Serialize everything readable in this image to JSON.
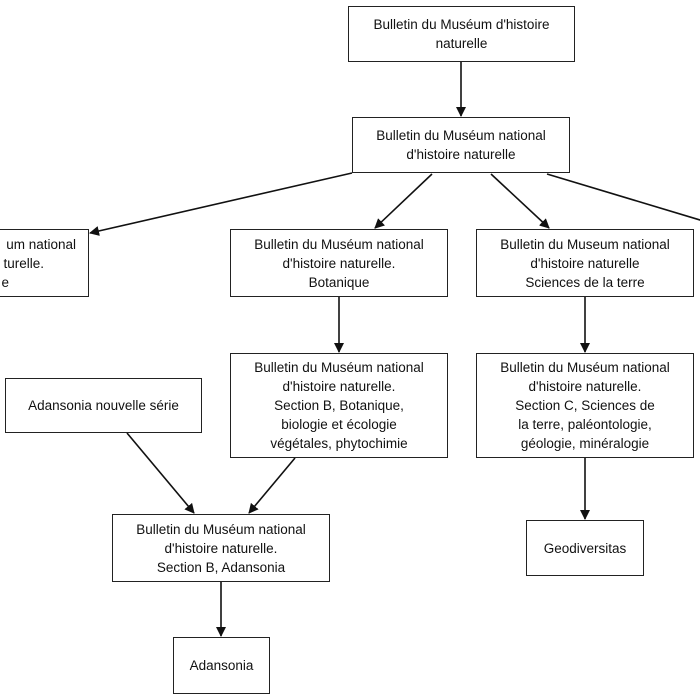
{
  "nodes": {
    "bulletin_histoire": [
      "Bulletin du Muséum d'histoire",
      "naturelle"
    ],
    "bulletin_national": [
      "Bulletin du Muséum national",
      "d'histoire naturelle"
    ],
    "left_clipped": [
      "um national",
      "turelle.",
      "e"
    ],
    "botanique": [
      "Bulletin du Muséum national",
      "d'histoire naturelle.",
      "Botanique"
    ],
    "sciences_terre": [
      "Bulletin du Museum national",
      "d'histoire naturelle",
      "Sciences de la terre"
    ],
    "section_b_botanique": [
      "Bulletin du Muséum national",
      "d'histoire naturelle.",
      "Section B, Botanique,",
      "biologie et écologie",
      "végétales, phytochimie"
    ],
    "section_c": [
      "Bulletin du Muséum national",
      "d'histoire naturelle.",
      "Section C, Sciences de",
      "la terre, paléontologie,",
      "géologie, minéralogie"
    ],
    "adansonia_nouvelle": [
      "Adansonia nouvelle série"
    ],
    "section_b_adansonia": [
      "Bulletin du Muséum national",
      "d'histoire naturelle.",
      "Section B, Adansonia"
    ],
    "geodiversitas": [
      "Geodiversitas"
    ],
    "adansonia": [
      "Adansonia"
    ]
  },
  "colors": {
    "line": "#111111",
    "box_border": "#222222",
    "background": "#ffffff"
  }
}
